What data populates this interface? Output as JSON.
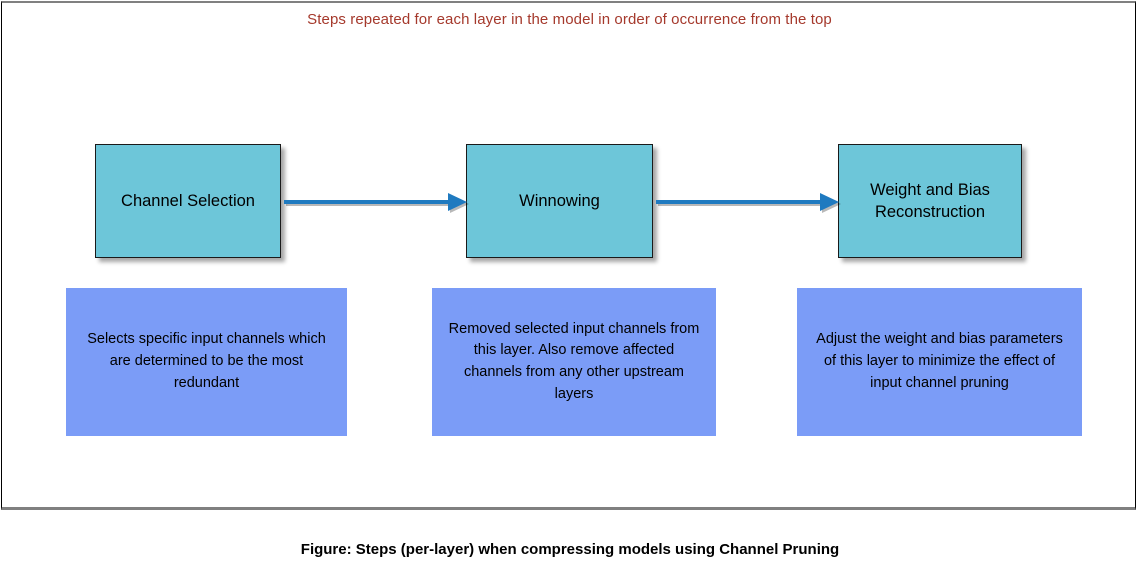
{
  "diagram": {
    "top_note": "Steps repeated for each layer in the model in order of occurrence from the top",
    "top_note_color": "#A5392C",
    "step_box_color": "#6DC6D9",
    "desc_box_color": "#7B9CF7",
    "arrow_color": "#1F7AC0",
    "steps": [
      {
        "title": "Channel Selection",
        "description": "Selects specific input channels which are determined to be the most redundant"
      },
      {
        "title": "Winnowing",
        "description": "Removed selected input channels from this layer. Also remove affected channels from any other upstream layers"
      },
      {
        "title": "Weight and Bias Reconstruction",
        "description": "Adjust the weight and bias parameters of this layer to minimize the effect of input channel pruning"
      }
    ],
    "arrows": [
      {
        "name": "arrow-step1-to-step2"
      },
      {
        "name": "arrow-step2-to-step3"
      }
    ],
    "caption": "Figure: Steps (per-layer) when compressing models using Channel Pruning"
  }
}
